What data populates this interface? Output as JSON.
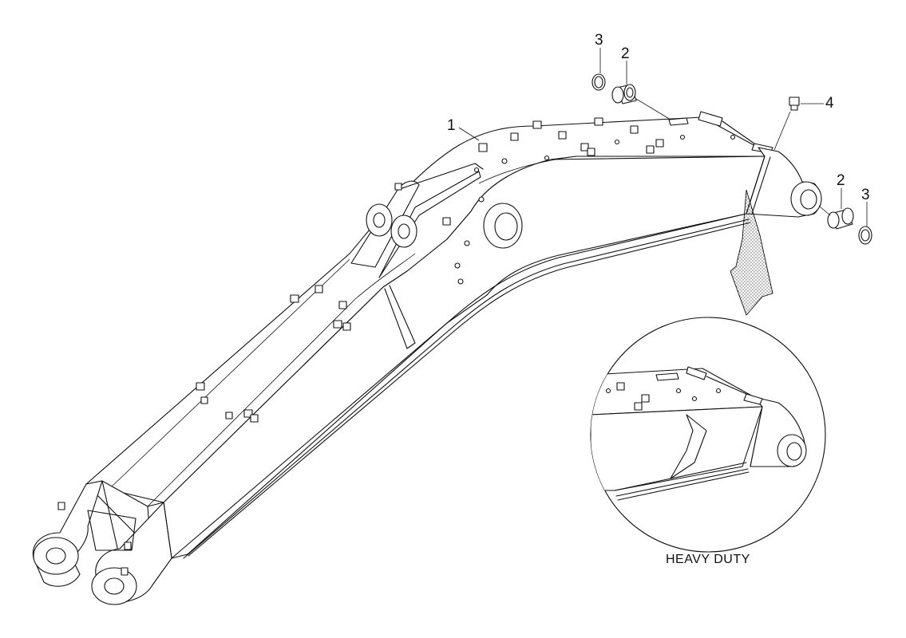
{
  "callouts": [
    {
      "id": "callout-3-top",
      "text": "3"
    },
    {
      "id": "callout-2-top",
      "text": "2"
    },
    {
      "id": "callout-4",
      "text": "4"
    },
    {
      "id": "callout-1",
      "text": "1"
    },
    {
      "id": "callout-2-right",
      "text": "2"
    },
    {
      "id": "callout-3-right",
      "text": "3"
    }
  ],
  "detail_caption": "HEAVY DUTY"
}
